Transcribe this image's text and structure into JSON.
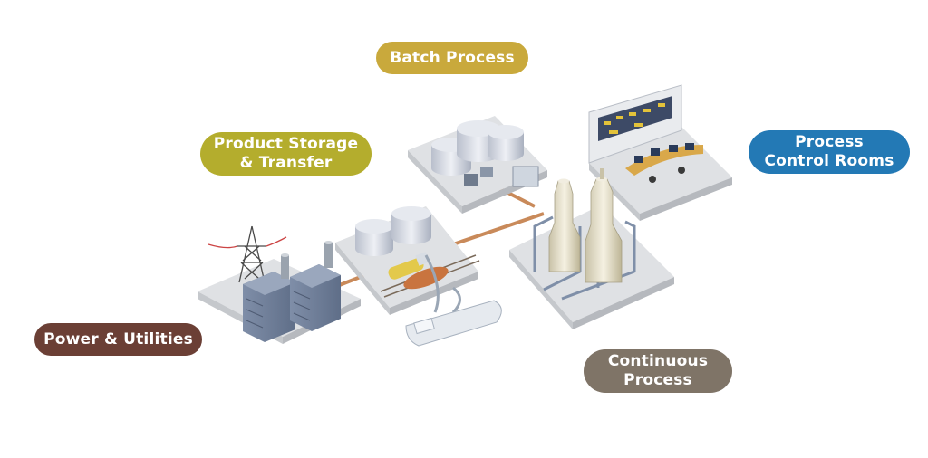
{
  "labels": {
    "batch": "Batch Process",
    "storage_line1": "Product Storage",
    "storage_line2": "& Transfer",
    "control_line1": "Process",
    "control_line2": "Control Rooms",
    "power": "Power & Utilities",
    "continuous_line1": "Continuous",
    "continuous_line2": "Process"
  },
  "colors": {
    "batch": "#c9a93c",
    "storage": "#b4ad2d",
    "control": "#2379b5",
    "power": "#6b3f35",
    "continuous": "#7f7467"
  }
}
